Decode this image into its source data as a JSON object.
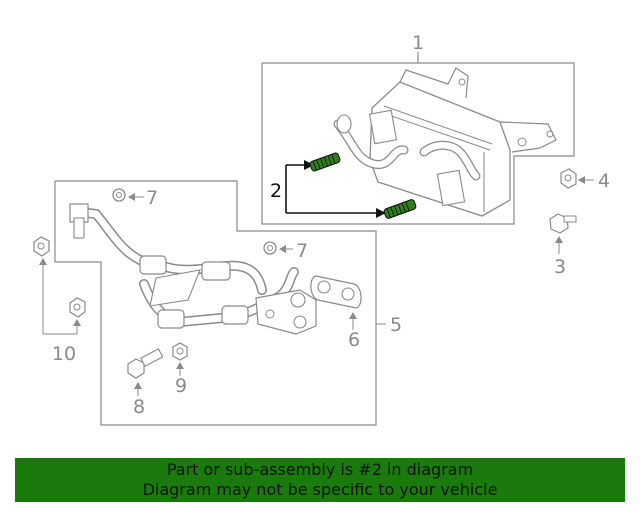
{
  "callouts": {
    "c1": "1",
    "c2": "2",
    "c3": "3",
    "c4": "4",
    "c5": "5",
    "c6": "6",
    "c7a": "7",
    "c7b": "7",
    "c8": "8",
    "c9": "9",
    "c10": "10"
  },
  "banner": {
    "line1": "Part or sub-assembly is #2 in diagram",
    "line2": "Diagram may not be specific to your vehicle"
  },
  "colors": {
    "highlight_part": "#2e7d1f",
    "banner_bg": "#1a7a0c",
    "line_art": "#8a8a8a"
  }
}
